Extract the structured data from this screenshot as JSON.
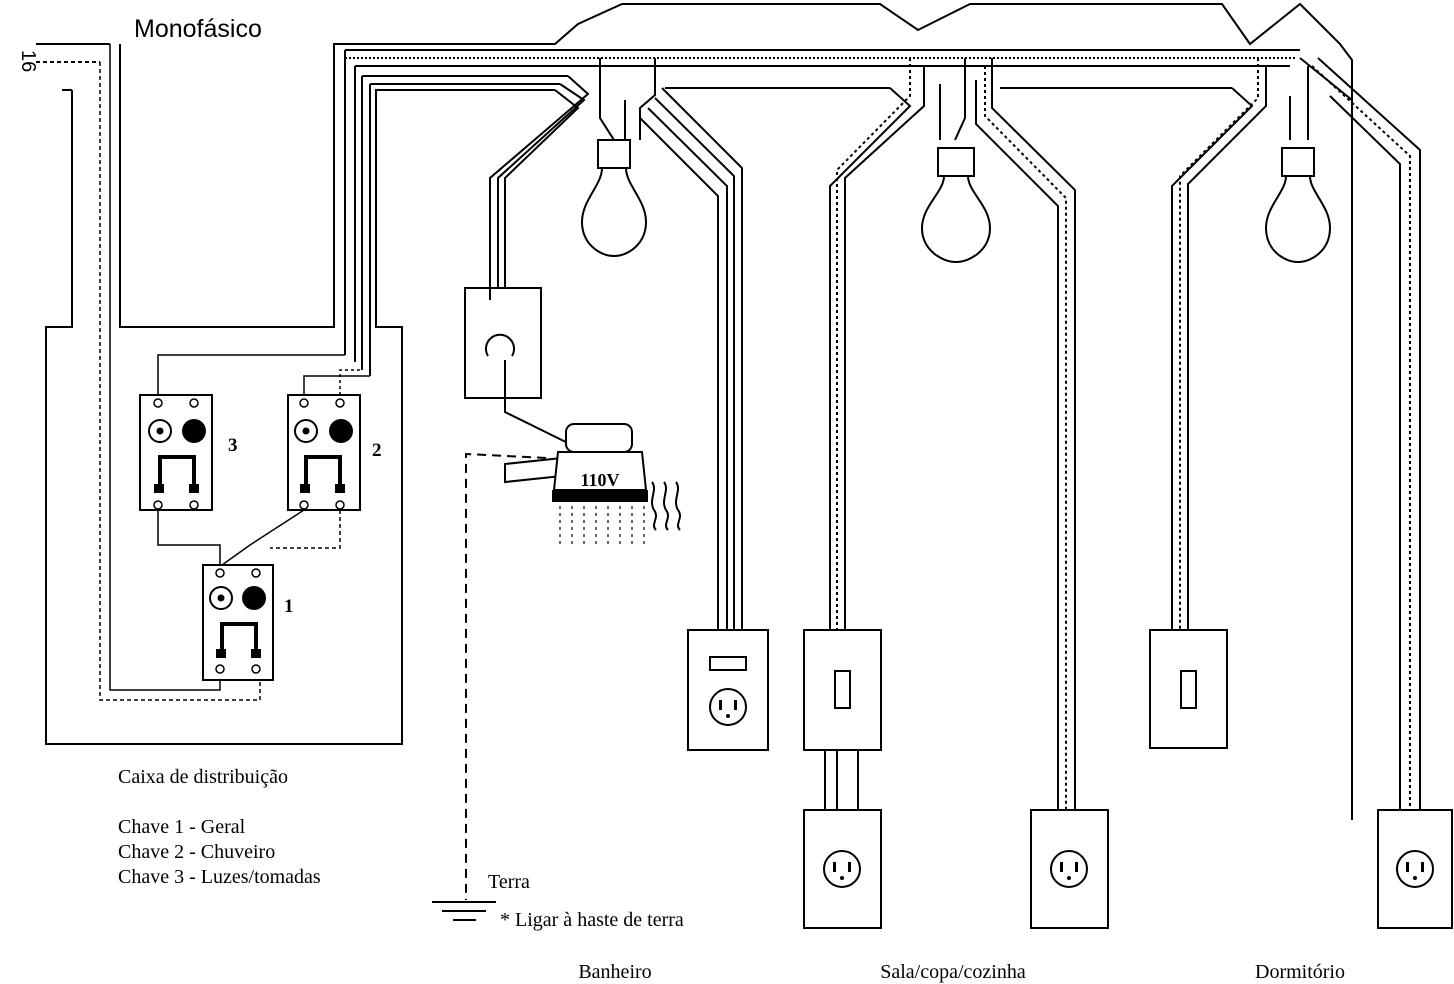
{
  "title": "Monofásico",
  "wire_gauge": "16",
  "distribution_box": {
    "label": "Caixa de distribuição",
    "switches": [
      {
        "number": "1",
        "legend": "Chave 1 - Geral"
      },
      {
        "number": "2",
        "legend": "Chave 2 - Chuveiro"
      },
      {
        "number": "3",
        "legend": "Chave 3 - Luzes/tomadas"
      }
    ]
  },
  "shower": {
    "voltage_label": "110V"
  },
  "ground": {
    "label": "Terra",
    "note": "* Ligar à haste de terra"
  },
  "rooms": [
    {
      "name": "Banheiro"
    },
    {
      "name": "Sala/copa/cozinha"
    },
    {
      "name": "Dormitório"
    }
  ],
  "colors": {
    "line": "#000000",
    "background": "#ffffff"
  }
}
